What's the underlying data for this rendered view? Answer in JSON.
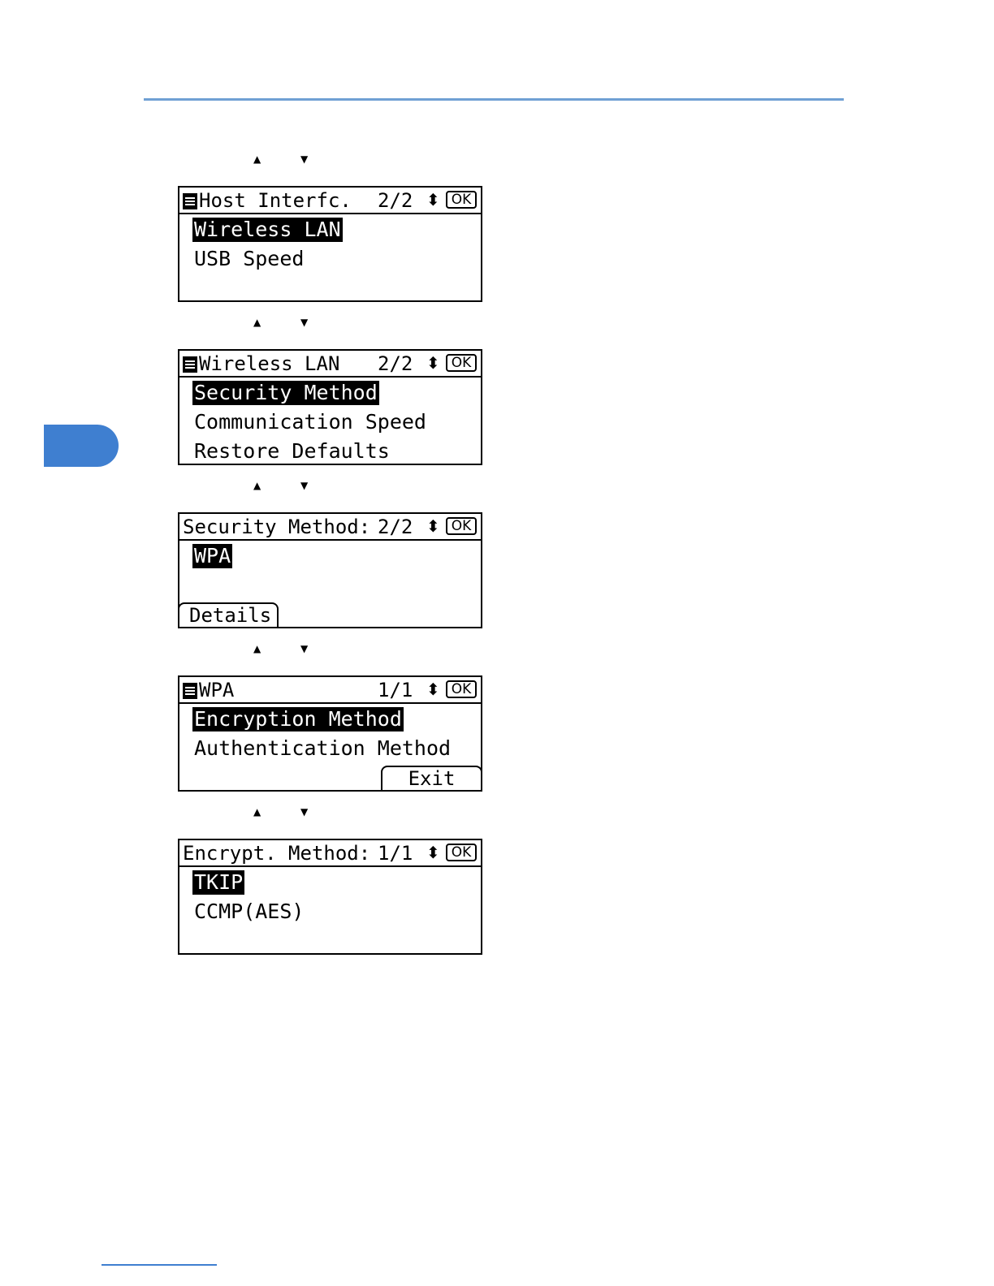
{
  "page": {
    "screens": [
      {
        "title": "Host Interfc.",
        "has_menu_icon": true,
        "page": "2/2",
        "ok": "OK",
        "items": [
          {
            "label": "Wireless LAN",
            "selected": true
          },
          {
            "label": "USB Speed",
            "selected": false
          }
        ]
      },
      {
        "title": "Wireless LAN",
        "has_menu_icon": true,
        "page": "2/2",
        "ok": "OK",
        "items": [
          {
            "label": "Security Method",
            "selected": true
          },
          {
            "label": "Communication Speed",
            "selected": false
          },
          {
            "label": "Restore Defaults",
            "selected": false
          }
        ]
      },
      {
        "title": "Security Method:",
        "has_menu_icon": false,
        "page": "2/2",
        "ok": "OK",
        "items": [
          {
            "label": "WPA",
            "selected": true
          }
        ],
        "softkey_left": "Details"
      },
      {
        "title": "WPA",
        "has_menu_icon": true,
        "page": "1/1",
        "ok": "OK",
        "items": [
          {
            "label": "Encryption Method",
            "selected": true
          },
          {
            "label": "Authentication Method",
            "selected": false
          }
        ],
        "softkey_right": "Exit"
      },
      {
        "title": "Encrypt. Method:",
        "has_menu_icon": false,
        "page": "1/1",
        "ok": "OK",
        "items": [
          {
            "label": "TKIP",
            "selected": true
          },
          {
            "label": "CCMP(AES)",
            "selected": false
          }
        ]
      }
    ],
    "arrow_up_glyph": "▲",
    "arrow_down_glyph": "▼",
    "updown_glyph": "⬍"
  }
}
